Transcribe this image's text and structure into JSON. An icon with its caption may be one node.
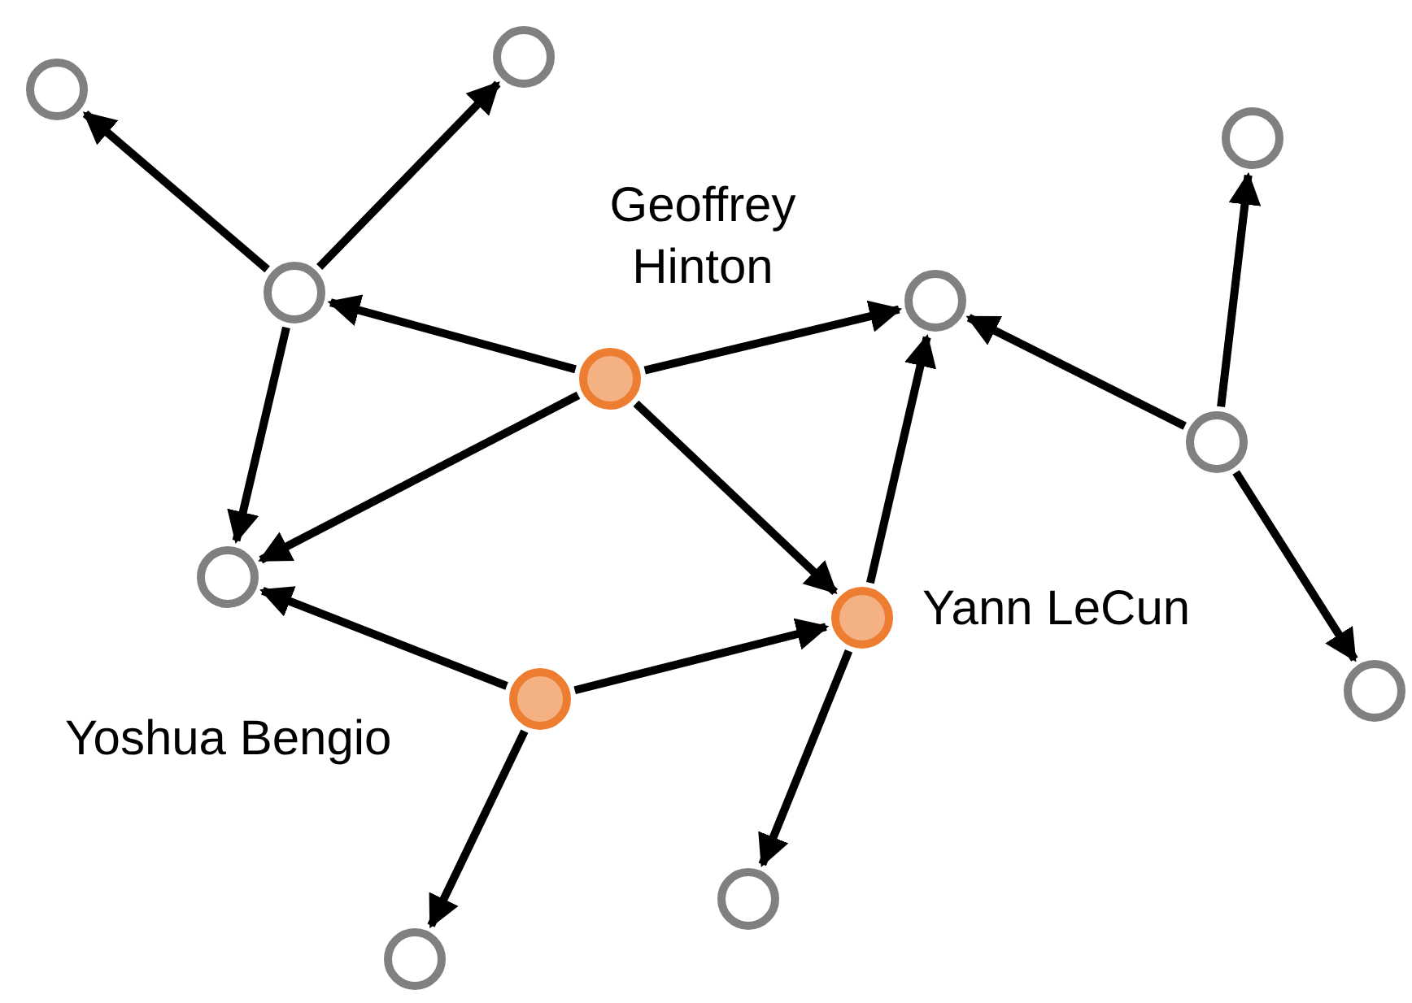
{
  "diagram": {
    "nodes": [
      {
        "text": [],
        "shape": "circle"
      },
      {
        "text": [],
        "shape": "circle"
      },
      {
        "text": [],
        "shape": "circle"
      },
      {
        "text": [],
        "shape": "circle",
        "beside": [
          "Geoffrey Hinton"
        ]
      },
      {
        "text": [],
        "shape": "circle"
      },
      {
        "text": [],
        "shape": "circle"
      },
      {
        "text": [],
        "shape": "circle"
      },
      {
        "text": [],
        "shape": "circle"
      },
      {
        "text": [],
        "shape": "circle",
        "beside": [
          "Yann LeCun"
        ]
      },
      {
        "text": [],
        "shape": "circle",
        "beside": [
          "Yoshua Bengio"
        ]
      },
      {
        "text": [],
        "shape": "circle"
      },
      {
        "text": [],
        "shape": "circle"
      },
      {
        "text": [],
        "shape": "circle"
      }
    ],
    "edges": [
      {
        "from": 2,
        "to": 0,
        "arrow": "to"
      },
      {
        "from": 2,
        "to": 1,
        "arrow": "to"
      },
      {
        "from": 3,
        "to": 2,
        "arrow": "to"
      },
      {
        "from": 3,
        "to": 4,
        "arrow": "to"
      },
      {
        "from": 3,
        "to": 7,
        "arrow": "to"
      },
      {
        "from": 3,
        "to": 8,
        "arrow": "to"
      },
      {
        "from": 2,
        "to": 7,
        "arrow": "to"
      },
      {
        "from": 9,
        "to": 7,
        "arrow": "to"
      },
      {
        "from": 9,
        "to": 8,
        "arrow": "to"
      },
      {
        "from": 9,
        "to": 12,
        "arrow": "to"
      },
      {
        "from": 8,
        "to": 4,
        "arrow": "to"
      },
      {
        "from": 8,
        "to": 11,
        "arrow": "to"
      },
      {
        "from": 6,
        "to": 4,
        "arrow": "to"
      },
      {
        "from": 6,
        "to": 5,
        "arrow": "to"
      },
      {
        "from": 6,
        "to": 10,
        "arrow": "to"
      }
    ]
  }
}
